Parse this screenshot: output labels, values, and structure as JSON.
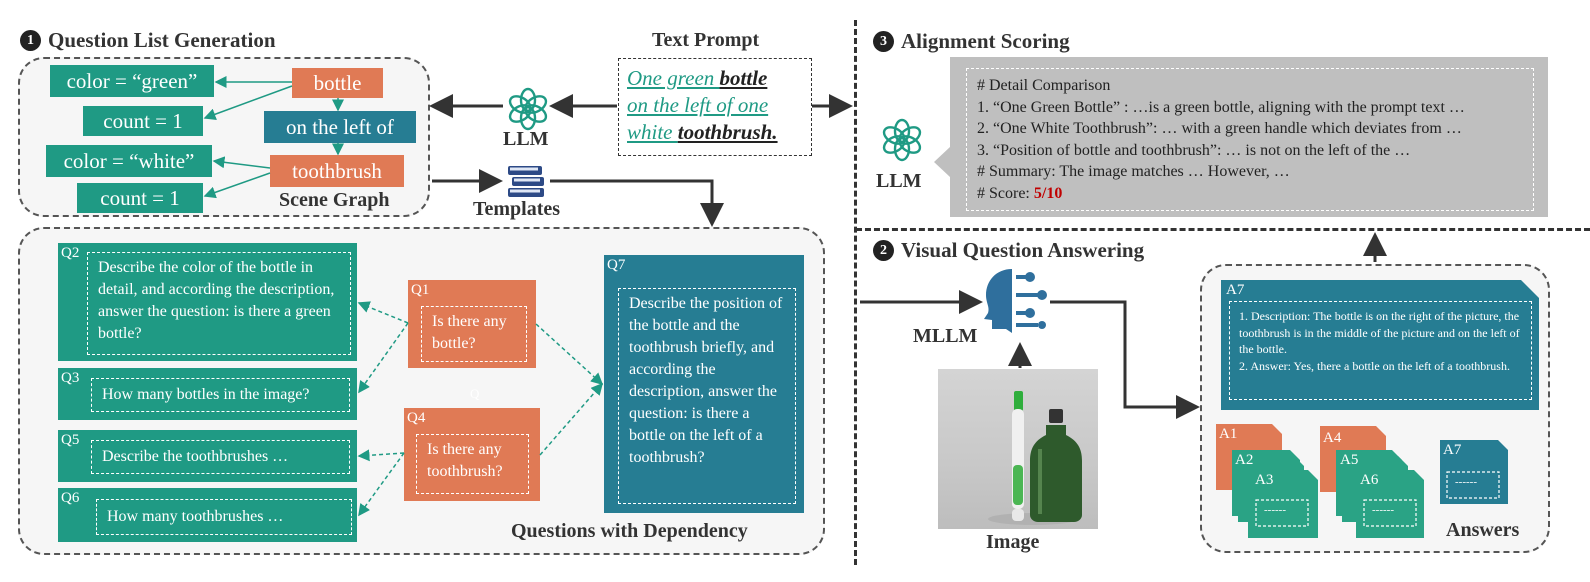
{
  "qlg": {
    "num": "1",
    "title": "Question List Generation",
    "scene": {
      "attr1": "color = “green”",
      "attr2": "count = 1",
      "attr3": "color = “white”",
      "attr4": "count = 1",
      "obj1": "bottle",
      "rel": "on the left of",
      "obj2": "toothbrush",
      "label": "Scene Graph"
    },
    "llm_label": "LLM",
    "templates_label": "Templates"
  },
  "prompt": {
    "title": "Text Prompt",
    "w1": "One green ",
    "w2": "bottle",
    "w3": "on the left of one",
    "w4": "white ",
    "w5": "toothbrush."
  },
  "questions": {
    "title": "Questions with Dependency",
    "q2_label": "Q2",
    "q2_text": "Describe the color of the bottle in detail, and according the description, answer the question: is there a green bottle?",
    "q3_label": "Q3",
    "q3_text": "How many bottles in the image?",
    "q5_label": "Q5",
    "q5_text": "Describe the toothbrushes …",
    "q6_label": "Q6",
    "q6_text": "How many toothbrushes …",
    "q1_label": "Q1",
    "q1_text": "Is there any bottle?",
    "q4_label": "Q4",
    "q4_text": "Is there any toothbrush?",
    "q7_label": "Q7",
    "q7_text": "Describe the position of the bottle and the toothbrush briefly, and according the description, answer the question: is there a bottle on the left of a toothbrush?",
    "stray": "Q"
  },
  "alignment": {
    "num": "3",
    "title": "Alignment Scoring",
    "llm_label": "LLM",
    "lines": [
      "# Detail Comparison",
      "1. “One Green Bottle” : …is a green bottle, aligning with the prompt text …",
      "2. “One White Toothbrush”: … with a green handle which deviates from …",
      "3. “Position of bottle and toothbrush”: … is not on the left of the …",
      "# Summary: The image matches … However, …"
    ],
    "score_prefix": "# Score: ",
    "score_value": "5/10"
  },
  "vqa": {
    "num": "2",
    "title": "Visual Question Answering",
    "mllm_label": "MLLM",
    "image_label": "Image",
    "answers_label": "Answers",
    "a7_label": "A7",
    "a7_text_1": "1. Description: The bottle is on the right of the picture, the toothbrush is in the middle of the picture and on the left of the bottle.",
    "a7_text_2": "2. Answer: Yes, there a bottle on the left of a toothbrush.",
    "small_labels": {
      "a1": "A1",
      "a2": "A2",
      "a3": "A3",
      "a4": "A4",
      "a5": "A5",
      "a6": "A6",
      "a7b": "A7"
    },
    "placeholder": "------"
  },
  "colors": {
    "teal": "#1f9a84",
    "orange": "#e07a55",
    "blue": "#267d93",
    "score_red": "#c00000",
    "panel_gray": "#bfbfbf"
  }
}
